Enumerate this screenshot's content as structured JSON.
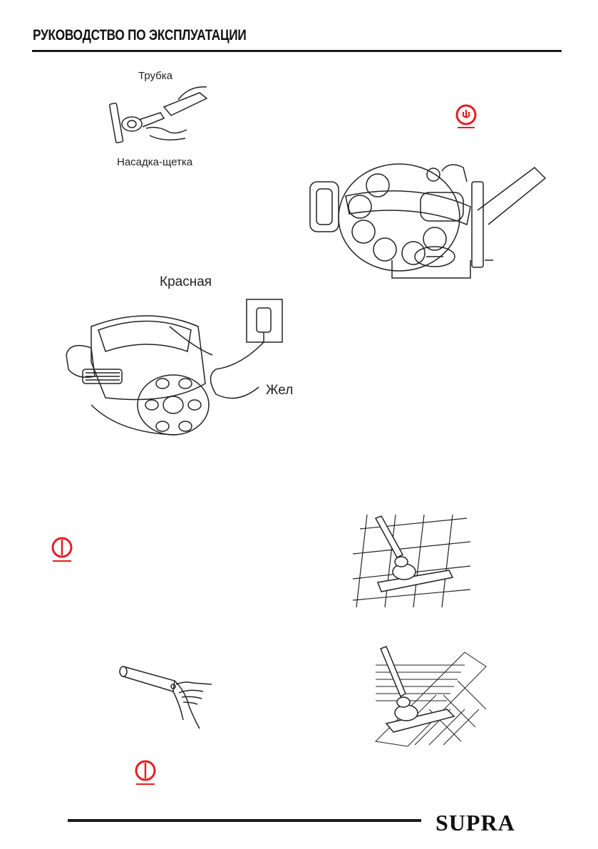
{
  "header": {
    "title": "РУКОВОДСТВО ПО ЭКСПЛУАТАЦИИ"
  },
  "footer": {
    "brand": "SUPRA"
  },
  "figures": {
    "tube_brush": {
      "label_tube": "Трубка",
      "label_brush": "Насадка-щетка"
    },
    "cord": {
      "label_red": "Красная",
      "label_yellow": "Жел"
    }
  },
  "icons": {
    "power_plug": {
      "name": "plug-warning-icon",
      "color": "#e31e24"
    },
    "stop_1": {
      "name": "prohibit-icon",
      "color": "#e31e24"
    },
    "stop_2": {
      "name": "prohibit-icon",
      "color": "#e31e24"
    }
  }
}
